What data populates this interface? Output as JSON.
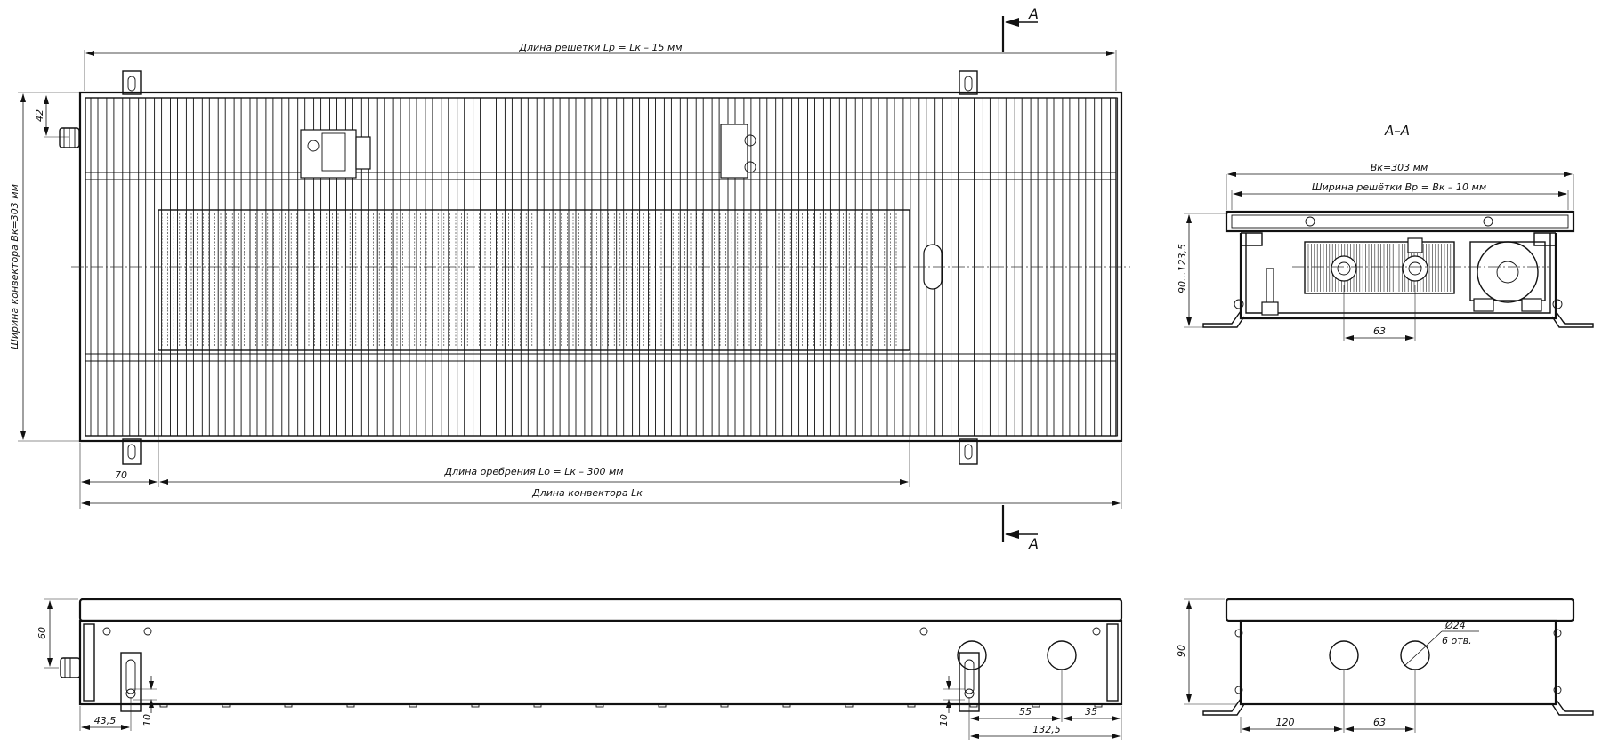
{
  "section_labels": {
    "top_marker": "A",
    "bottom_marker": "A",
    "section_title": "А–А"
  },
  "top_view": {
    "grille_length": "Длина решётки Lр = Lк – 15 мм",
    "converter_width": "Ширина конвектора Вк=303 мм",
    "offset_42": "42",
    "offset_70": "70",
    "fin_length": "Длина оребрения Lо = Lк – 300 мм",
    "converter_length": "Длина конвектора Lк"
  },
  "section_view": {
    "width": "Вк=303 мм",
    "grille_width": "Ширина решётки Вр = Вк – 10 мм",
    "height": "90...123,5",
    "pipe_spacing": "63"
  },
  "front_view": {
    "height": "60",
    "left_offset": "43,5",
    "bracket_left": "10",
    "bracket_right": "10",
    "dim_55": "55",
    "dim_35": "35",
    "dim_132": "132,5"
  },
  "side_view": {
    "height": "90",
    "hole_diameter": "Ø24",
    "hole_count": "6 отв.",
    "dim_120": "120",
    "dim_63": "63"
  },
  "colors": {
    "line": "#111111",
    "background": "#ffffff"
  }
}
